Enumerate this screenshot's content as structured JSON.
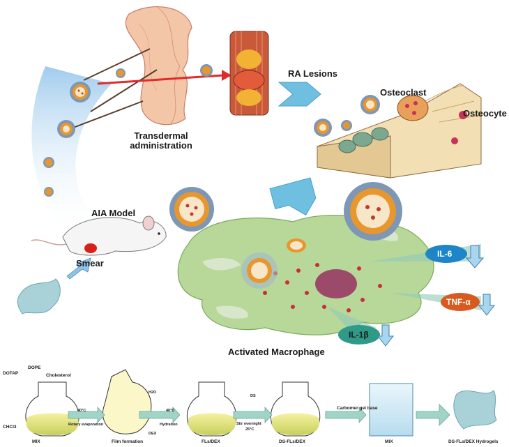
{
  "colors": {
    "nanoparticle_shell": "#e8962e",
    "nanoparticle_spike": "#7d97b5",
    "macrophage": "#b8d89a",
    "nucleus": "#9c4a6a",
    "il6_badge": "#1e86c8",
    "tnf_badge": "#d85a1e",
    "il1b_badge": "#2f9a88",
    "arrow_blue": "#6fbfe0",
    "flow_arrow": "#9fd4c6"
  },
  "labels": {
    "transdermal": "Transdermal\nadministration",
    "ra_lesions": "RA Lesions",
    "osteoclast": "Osteoclast",
    "osteocyte": "Osteocyte",
    "aia_model": "AIA Model",
    "smear": "Smear",
    "activated_macrophage": "Activated Macrophage"
  },
  "cytokines": {
    "il6": "IL-6",
    "tnf": "TNF-α",
    "il1b": "IL-1β"
  },
  "process": {
    "reagents": {
      "dotap": "DOTAP",
      "dope": "DOPE",
      "cholesterol": "Cholesterol",
      "chcl3": "CHCl3"
    },
    "step1": {
      "temp": "40°C",
      "label": "Rotary evaporation"
    },
    "step2": {
      "h2o": "H2O",
      "temp": "40°C",
      "label": "Hydration",
      "dex": "DEX"
    },
    "step3": {
      "ds": "DS",
      "label": "Stir overnight",
      "temp": "25°C"
    },
    "step4": {
      "label": "Carbomer gel base"
    },
    "stages": [
      "MIX",
      "Film formation",
      "FLs/DEX",
      "DS-FLs/DEX",
      "MIX",
      "DS-FLs/DEX Hydrogels"
    ]
  }
}
